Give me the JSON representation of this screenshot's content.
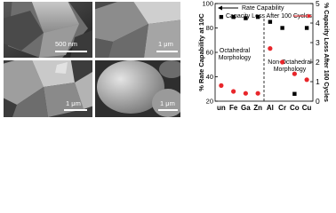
{
  "sem_panels": [
    {
      "scale_label": "500 nm"
    },
    {
      "scale_label": "1 μm"
    },
    {
      "scale_label": "1 μm"
    },
    {
      "scale_label": "1 μm"
    }
  ],
  "chart_data": {
    "type": "scatter",
    "categories": [
      "un",
      "Fe",
      "Ga",
      "Zn",
      "Al",
      "Cr",
      "Co",
      "Cu"
    ],
    "series": [
      {
        "name": "Rate Capability",
        "marker": "square",
        "color": "#000000",
        "axis": "left",
        "values": [
          89,
          89,
          88,
          89,
          85,
          80,
          26,
          80
        ]
      },
      {
        "name": "Capacity Loss After 100 Cycles",
        "marker": "circle",
        "color": "#e8262b",
        "axis": "right",
        "values": [
          0.8,
          0.5,
          0.4,
          0.4,
          2.7,
          2.0,
          1.4,
          1.1
        ]
      }
    ],
    "ylabel_left": "% Rate Capability at 10C",
    "ylabel_right": "% Capacity Loss After 100 Cycles",
    "ylim_left": [
      20,
      100
    ],
    "ylim_right": [
      0,
      5
    ],
    "yticks_left": [
      "20",
      "40",
      "60",
      "80",
      "100"
    ],
    "yticks_right": [
      "0",
      "1",
      "2",
      "3",
      "4",
      "5"
    ],
    "annotations": [
      "Octahedral Morphology",
      "Non-Octahedral Morphology"
    ],
    "divider_after_category": "Zn",
    "legend_position": "top",
    "grid": false
  }
}
